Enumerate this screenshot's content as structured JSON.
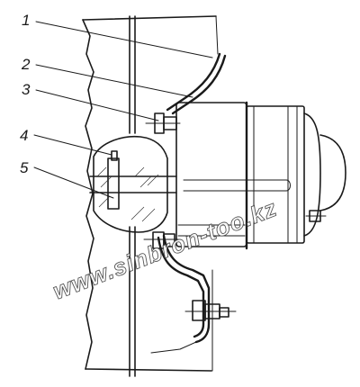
{
  "callouts": [
    {
      "number": "1"
    },
    {
      "number": "2"
    },
    {
      "number": "3"
    },
    {
      "number": "4"
    },
    {
      "number": "5"
    }
  ],
  "watermark": {
    "text": "www.sinbron-too.kz"
  }
}
